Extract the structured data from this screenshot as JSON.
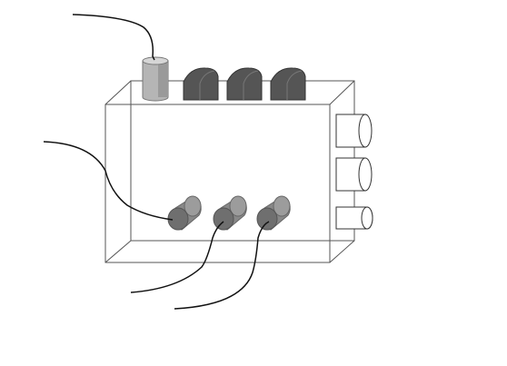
{
  "diagram": {
    "colors": {
      "background": "#ffffff",
      "box_edge": "#555555",
      "wire": "#111111",
      "top_block_fill": "#555555",
      "front_cyl_body": "#8a8a8a",
      "front_cyl_face": "#6c6c6c",
      "sensor_cyl_fill": "#b0b0b0",
      "side_cyl_fill": "#ffffff"
    },
    "components": {
      "enclosure": "transparent-box",
      "sensor": "vertical-cylinder",
      "top_blocks": [
        "block-1",
        "block-2",
        "block-3"
      ],
      "front_cylinders": [
        "cylinder-1",
        "cylinder-2",
        "cylinder-3"
      ],
      "side_cylinders": [
        "side-cylinder-1",
        "side-cylinder-2",
        "side-cylinder-3"
      ],
      "wires": [
        "wire-sensor",
        "wire-left",
        "wire-bottom-1",
        "wire-bottom-2"
      ]
    }
  }
}
